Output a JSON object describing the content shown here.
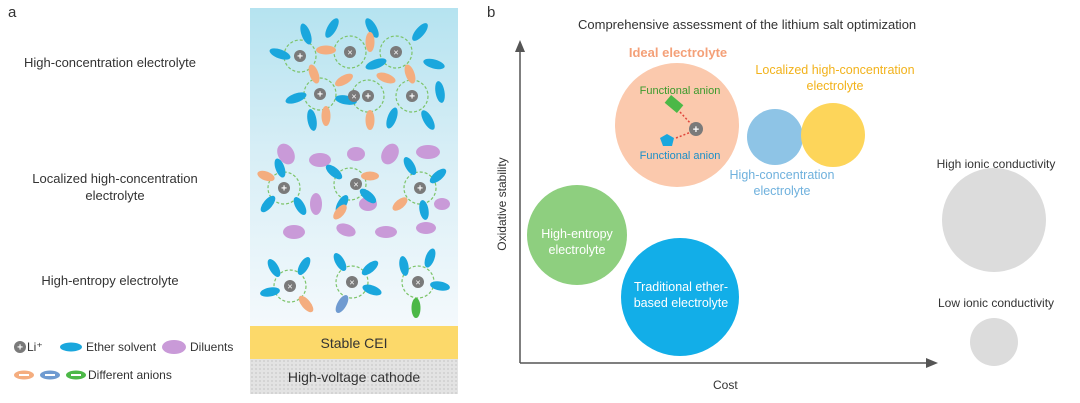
{
  "panel_a": {
    "letter": "a",
    "electrolytes": [
      {
        "label": "High-concentration electrolyte"
      },
      {
        "label": "Localized high-concentration electrolyte"
      },
      {
        "label": "High-entropy electrolyte"
      }
    ],
    "layers": {
      "cei": "Stable CEI",
      "cathode": "High-voltage cathode"
    },
    "legend": {
      "li": "Li⁺",
      "ether": "Ether solvent",
      "diluents": "Diluents",
      "anions": "Different anions"
    },
    "colors": {
      "ether": "#1aa7dd",
      "diluent": "#c99ad8",
      "anion_orange": "#f4ad7f",
      "anion_blue": "#6f9bd1",
      "anion_green": "#4cb847",
      "li": "#7a7a7a"
    }
  },
  "panel_b": {
    "letter": "b",
    "title": "Comprehensive assessment of the lithium salt optimization",
    "x_axis": "Cost",
    "y_axis": "Oxidative stability",
    "ideal": {
      "label": "Ideal electrolyte",
      "anion_top": "Functional anion",
      "anion_bottom": "Functional anion"
    },
    "bubbles": [
      {
        "label": "High-entropy electrolyte",
        "color": "#8ecf7f"
      },
      {
        "label": "Traditional ether-based electrolyte",
        "color": "#12aee8"
      },
      {
        "label": "High-concentration electrolyte",
        "color": "#8ec4e6"
      },
      {
        "label": "Localized high-concentration electrolyte",
        "color": "#fdd55a"
      }
    ],
    "size_legend": {
      "high": "High ionic conductivity",
      "low": "Low ionic conductivity",
      "color": "#dcdcdc"
    }
  }
}
